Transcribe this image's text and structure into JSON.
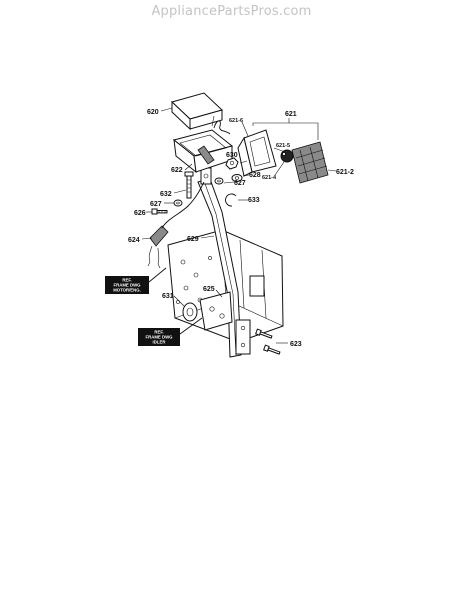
{
  "watermark": "AppliancePartsPros.com",
  "labels": {
    "p620": "620",
    "p621": "621",
    "p621_6": "621-6",
    "p621_5": "621-5",
    "p621_4": "621-4",
    "p621_2": "621-2",
    "p622": "622",
    "p630": "630",
    "p628": "628",
    "p627a": "627",
    "p627b": "627",
    "p632": "632",
    "p626": "626",
    "p633": "633",
    "p624": "624",
    "p629": "629",
    "p625": "625",
    "p631": "631",
    "p623": "623"
  },
  "ref_boxes": {
    "motor": [
      "REF.",
      "FRAME DWG",
      "MOTOR/ENG."
    ],
    "idler": [
      "REF.",
      "FRAME DWG",
      "IDLER"
    ]
  }
}
